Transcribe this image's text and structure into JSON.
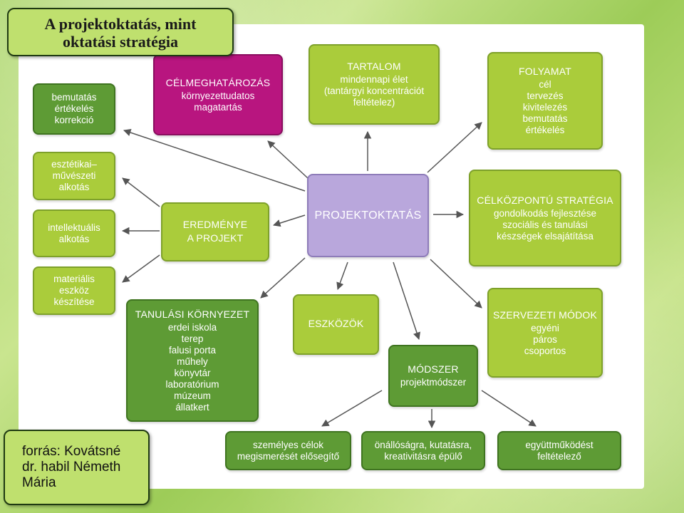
{
  "title": {
    "line1": "A projektoktatás, mint",
    "line2": "oktatási stratégia"
  },
  "source": {
    "line1": "forrás: Kovátsné",
    "line2": "dr. habil Németh",
    "line3": "Mária"
  },
  "center": {
    "label": "PROJEKTOKTATÁS"
  },
  "celmeghatarozas": {
    "title": "CÉLMEGHATÁROZÁS",
    "lines": [
      "környezettudatos",
      "magatartás"
    ]
  },
  "tartalom": {
    "title": "TARTALOM",
    "lines": [
      "mindennapi élet",
      "(tantárgyi koncentrációt",
      "feltételez)"
    ]
  },
  "folyamat": {
    "title": "FOLYAMAT",
    "lines": [
      "cél",
      "tervezés",
      "kivitelezés",
      "bemutatás",
      "értékelés"
    ]
  },
  "celkozpontu": {
    "title": "CÉLKÖZPONTÚ STRATÉGIA",
    "lines": [
      "gondolkodás fejlesztése",
      "szociális és tanulási",
      "készségek elsajátítása"
    ]
  },
  "szervezeti": {
    "title": "SZERVEZETI MÓDOK",
    "lines": [
      "egyéni",
      "páros",
      "csoportos"
    ]
  },
  "modszer": {
    "title": "MÓDSZER",
    "lines": [
      "projektmódszer"
    ]
  },
  "eszkozok": {
    "title": "ESZKÖZÖK"
  },
  "tanulasi": {
    "title": "TANULÁSI KÖRNYEZET",
    "lines": [
      "erdei iskola",
      "terep",
      "falusi porta",
      "műhely",
      "könyvtár",
      "laboratórium",
      "múzeum",
      "állatkert"
    ]
  },
  "eredmenye": {
    "title": "EREDMÉNYE",
    "line2": "A PROJEKT"
  },
  "bemutatas": {
    "lines": [
      "bemutatás",
      "értékelés",
      "korrekció"
    ]
  },
  "esztetikai": {
    "lines": [
      "esztétikai–",
      "művészeti",
      "alkotás"
    ]
  },
  "intellektualis": {
    "lines": [
      "intellektuális",
      "alkotás"
    ]
  },
  "materialis": {
    "lines": [
      "materiális",
      "eszköz",
      "készítése"
    ]
  },
  "szemelyes": {
    "lines": [
      "személyes célok",
      "megismerését elősegítő"
    ]
  },
  "onallosagra": {
    "lines": [
      "önállóságra, kutatásra,",
      "kreativitásra épülő"
    ]
  },
  "egyuttmukodest": {
    "lines": [
      "együttműködést",
      "feltételező"
    ]
  },
  "colors": {
    "light_green": "#aacc3b",
    "dark_green": "#5e9b35",
    "magenta": "#b8157f",
    "lavender": "#b9a7dc",
    "arrow": "#555555"
  }
}
